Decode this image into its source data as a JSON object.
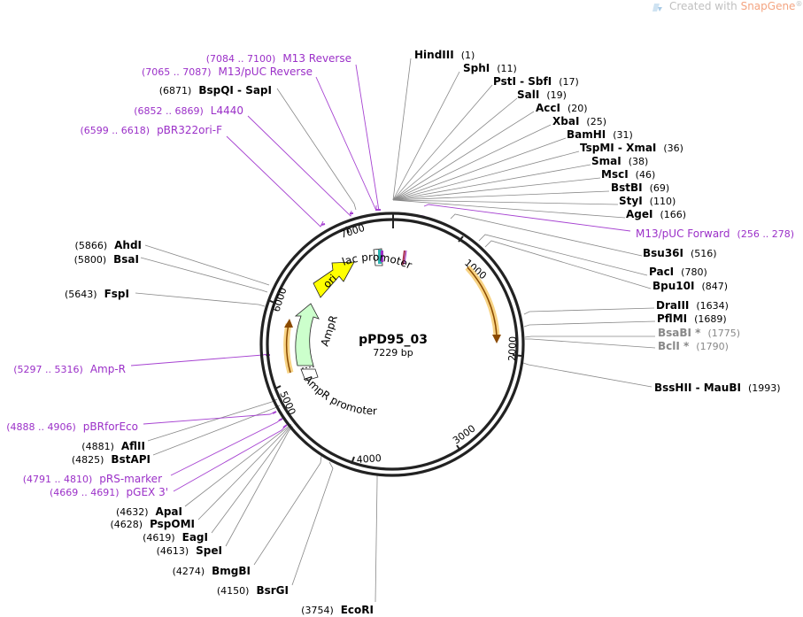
{
  "watermark": {
    "prefix": "Created with ",
    "brand": "SnapGene",
    "reg": "®",
    "brand_color": "#f4a582",
    "icon": "snapgene-logo-icon"
  },
  "plasmid": {
    "name": "pPD95_03",
    "size_label": "7229 bp",
    "length": 7229
  },
  "ticks": [
    "1000",
    "2000",
    "3000",
    "4000",
    "5000",
    "6000",
    "7000"
  ],
  "features": [
    {
      "name": "ori",
      "label": "ori",
      "color": "#ffff00"
    },
    {
      "name": "AmpR",
      "label": "AmpR",
      "color": "#ccffcc"
    },
    {
      "name": "AmpR promoter",
      "label": "AmpR promoter"
    },
    {
      "name": "lac promoter",
      "label": "lac promoter"
    }
  ],
  "sites": [
    {
      "id": "hindiii",
      "name": "HindIII",
      "pos": "(1)"
    },
    {
      "id": "sphi",
      "name": "SphI",
      "pos": "(11)"
    },
    {
      "id": "psti",
      "name": "PstI  - SbfI",
      "pos": "(17)"
    },
    {
      "id": "sali",
      "name": "SalI",
      "pos": "(19)"
    },
    {
      "id": "acci",
      "name": "AccI",
      "pos": "(20)"
    },
    {
      "id": "xbai",
      "name": "XbaI",
      "pos": "(25)"
    },
    {
      "id": "bamhi",
      "name": "BamHI",
      "pos": "(31)"
    },
    {
      "id": "tspmi",
      "name": "TspMI  - XmaI",
      "pos": "(36)"
    },
    {
      "id": "smai",
      "name": "SmaI",
      "pos": "(38)"
    },
    {
      "id": "msci",
      "name": "MscI",
      "pos": "(46)"
    },
    {
      "id": "bstbi",
      "name": "BstBI",
      "pos": "(69)"
    },
    {
      "id": "styi",
      "name": "StyI",
      "pos": "(110)"
    },
    {
      "id": "agei",
      "name": "AgeI",
      "pos": "(166)"
    },
    {
      "id": "bsu36i",
      "name": "Bsu36I",
      "pos": "(516)"
    },
    {
      "id": "paci",
      "name": "PacI",
      "pos": "(780)"
    },
    {
      "id": "bpu10i",
      "name": "Bpu10I",
      "pos": "(847)"
    },
    {
      "id": "draiii",
      "name": "DraIII",
      "pos": "(1634)"
    },
    {
      "id": "pflmi",
      "name": "PflMI",
      "pos": "(1689)"
    },
    {
      "id": "bsabi",
      "name": "BsaBI *",
      "pos": "(1775)",
      "dim": true
    },
    {
      "id": "bcli",
      "name": "BclI *",
      "pos": "(1790)",
      "dim": true
    },
    {
      "id": "bsshii",
      "name": "BssHII  - MauBI",
      "pos": "(1993)"
    },
    {
      "id": "ecori",
      "name": "EcoRI",
      "pos": "(3754)"
    },
    {
      "id": "bsrgi",
      "name": "BsrGI",
      "pos": "(4150)"
    },
    {
      "id": "bmgbi",
      "name": "BmgBI",
      "pos": "(4274)"
    },
    {
      "id": "spei",
      "name": "SpeI",
      "pos": "(4613)"
    },
    {
      "id": "eagi",
      "name": "EagI",
      "pos": "(4619)"
    },
    {
      "id": "pspomi",
      "name": "PspOMI",
      "pos": "(4628)"
    },
    {
      "id": "apai",
      "name": "ApaI",
      "pos": "(4632)"
    },
    {
      "id": "bstapi",
      "name": "BstAPI",
      "pos": "(4825)"
    },
    {
      "id": "aflii",
      "name": "AflII",
      "pos": "(4881)"
    },
    {
      "id": "fspi",
      "name": "FspI",
      "pos": "(5643)"
    },
    {
      "id": "bsai",
      "name": "BsaI",
      "pos": "(5800)"
    },
    {
      "id": "ahdi",
      "name": "AhdI",
      "pos": "(5866)"
    },
    {
      "id": "bspqi",
      "name": "BspQI  - SapI",
      "pos": "(6871)"
    }
  ],
  "primers": [
    {
      "id": "m13rev",
      "range": "(7084 .. 7100)",
      "name": "M13 Reverse"
    },
    {
      "id": "m13pucrev",
      "range": "(7065 .. 7087)",
      "name": "M13/pUC Reverse"
    },
    {
      "id": "l4440",
      "range": "(6852 .. 6869)",
      "name": "L4440"
    },
    {
      "id": "pbr322ori",
      "range": "(6599 .. 6618)",
      "name": "pBR322ori-F"
    },
    {
      "id": "m13pucfwd",
      "range": "(256 .. 278)",
      "name": "M13/pUC Forward"
    },
    {
      "id": "ampr",
      "range": "(5297 .. 5316)",
      "name": "Amp-R"
    },
    {
      "id": "pbrforeco",
      "range": "(4888 .. 4906)",
      "name": "pBRforEco"
    },
    {
      "id": "prsmarker",
      "range": "(4791 .. 4810)",
      "name": "pRS-marker"
    },
    {
      "id": "pgex3",
      "range": "(4669 .. 4691)",
      "name": "pGEX 3'"
    }
  ]
}
